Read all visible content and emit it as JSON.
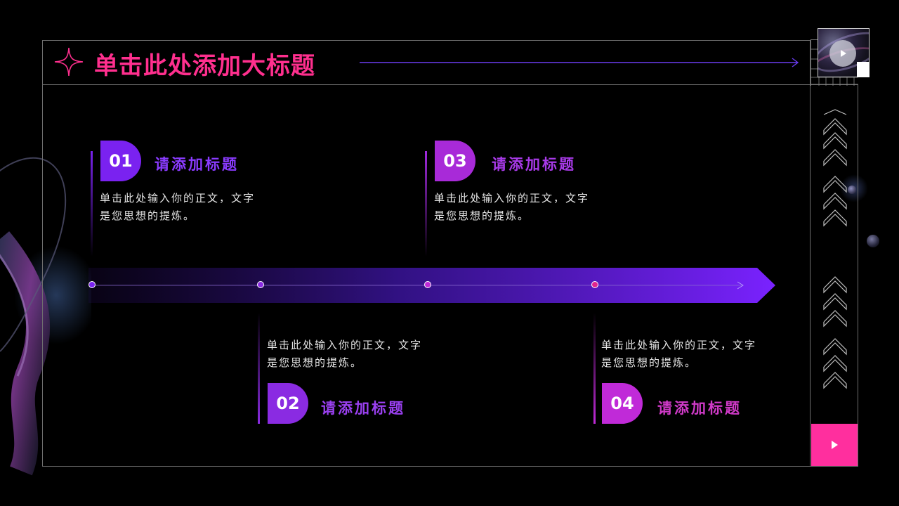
{
  "header": {
    "title": "单击此处添加大标题"
  },
  "items": [
    {
      "number": "01",
      "title": "请添加标题",
      "body": "单击此处输入你的正文，文字是您思想的提炼。"
    },
    {
      "number": "02",
      "title": "请添加标题",
      "body": "单击此处输入你的正文，文字是您思想的提炼。"
    },
    {
      "number": "03",
      "title": "请添加标题",
      "body": "单击此处输入你的正文，文字是您思想的提炼。"
    },
    {
      "number": "04",
      "title": "请添加标题",
      "body": "单击此处输入你的正文，文字是您思想的提炼。"
    }
  ],
  "icons": {
    "header": "four-point-star-icon",
    "thumbnail": "play-icon",
    "side_button": "play-icon",
    "side_decor": "chevron-up-icon"
  },
  "colors": {
    "background": "#000000",
    "accent_pink": "#ff2f8e",
    "accent_purple": "#7a22f0",
    "accent_violet": "#8a2be2",
    "accent_magenta": "#c02ad8",
    "frame_line": "#6e6e6e"
  }
}
